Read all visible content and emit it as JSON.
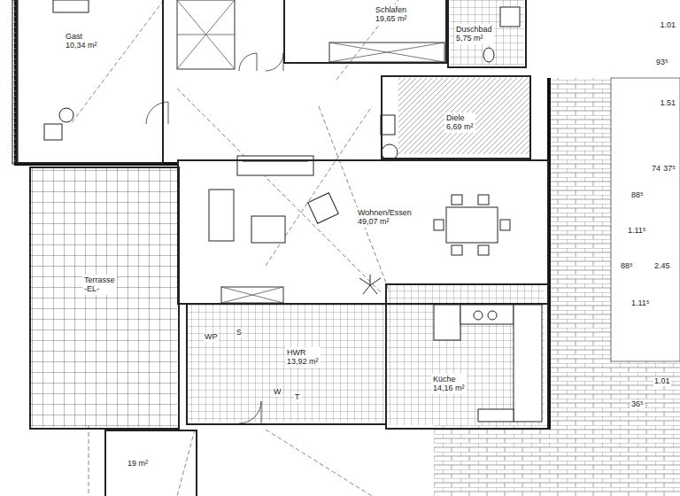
{
  "diagram": {
    "nodes": [
      {
        "text": [
          "Gast",
          "10,34 m²"
        ]
      },
      {
        "text": [
          "Schlafen",
          "19,65 m²"
        ]
      },
      {
        "text": [
          "Duschbad",
          "5,75 m²"
        ]
      },
      {
        "text": [
          "Diele",
          "6,69 m²"
        ]
      },
      {
        "text": [
          "Wohnen/Essen",
          "49,07 m²"
        ]
      },
      {
        "text": [
          "Terrasse",
          "-EL-"
        ]
      },
      {
        "text": [
          "HWR",
          "13,92 m²"
        ]
      },
      {
        "text": [
          "Küche",
          "14,16 m²"
        ]
      },
      {
        "text": [
          "19 m²"
        ]
      }
    ],
    "edges": [],
    "labels": [
      "WP",
      "S",
      "W",
      "T",
      "1.01",
      "93⁵",
      "1.51",
      "74",
      "37⁵",
      "88⁵",
      "1.11⁵",
      "88⁵",
      "2.45",
      "1.11⁵",
      "1.01",
      "36⁵"
    ]
  }
}
